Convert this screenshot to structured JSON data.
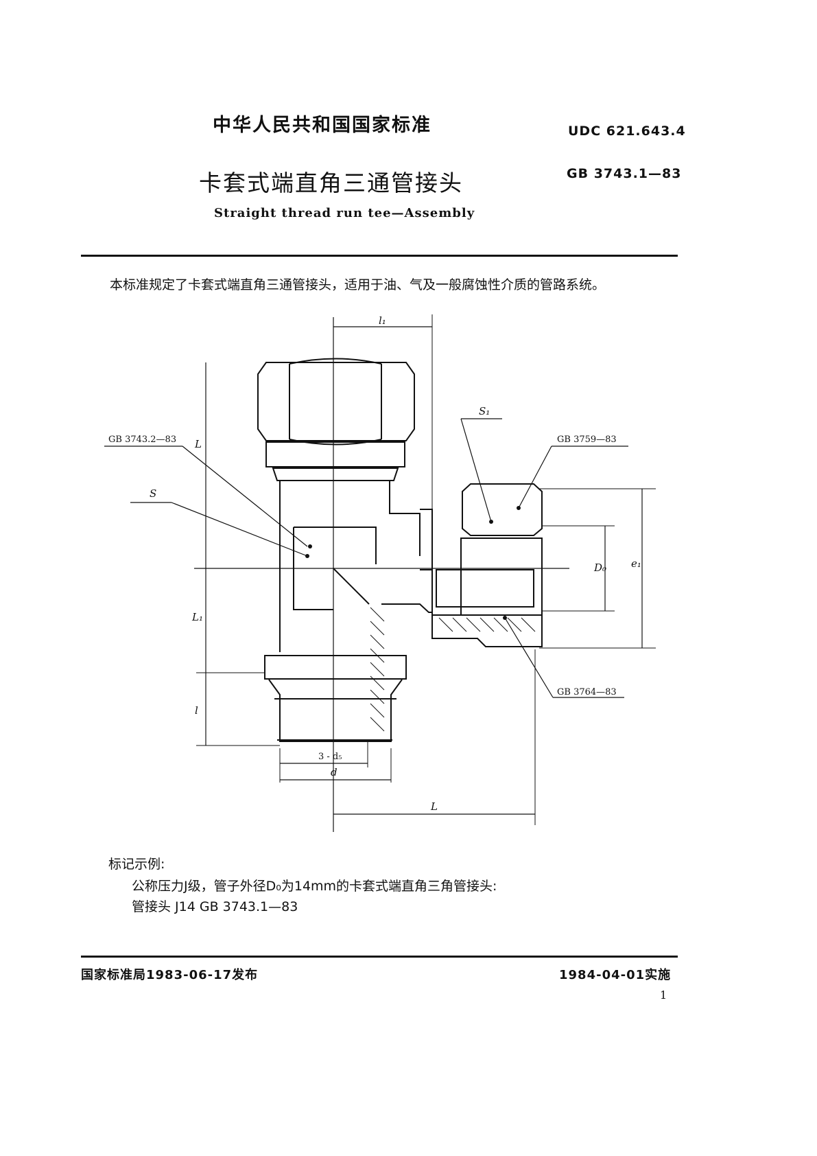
{
  "header": {
    "agency": "中华人民共和国国家标准",
    "udc": "UDC  621.643.4",
    "title_cn": "卡套式端直角三通管接头",
    "code": "GB  3743.1—83",
    "title_en": "Straight  thread  run  tee—Assembly"
  },
  "scope": "本标准规定了卡套式端直角三通管接头，适用于油、气及一般腐蚀性介质的管路系统。",
  "drawing": {
    "labels": {
      "l1_top": "l₁",
      "s1": "S₁",
      "ref_3743_2": "GB  3743.2—83",
      "ref_3759": "GB  3759—83",
      "ref_3764": "GB  3764—83",
      "s": "S",
      "L_left": "L",
      "L1_left": "L₁",
      "l_left": "l",
      "d0": "D₀",
      "e1": "e₁",
      "d5": "3 - d₅",
      "d": "d",
      "L_bottom": "L"
    }
  },
  "marking": {
    "heading": "标记示例:",
    "line1": "公称压力J级，管子外径D₀为14mm的卡套式端直角三角管接头:",
    "line2": "管接头    J14    GB   3743.1—83"
  },
  "footer": {
    "issued": "国家标准局1983-06-17发布",
    "effective": "1984-04-01实施",
    "page": "1"
  }
}
